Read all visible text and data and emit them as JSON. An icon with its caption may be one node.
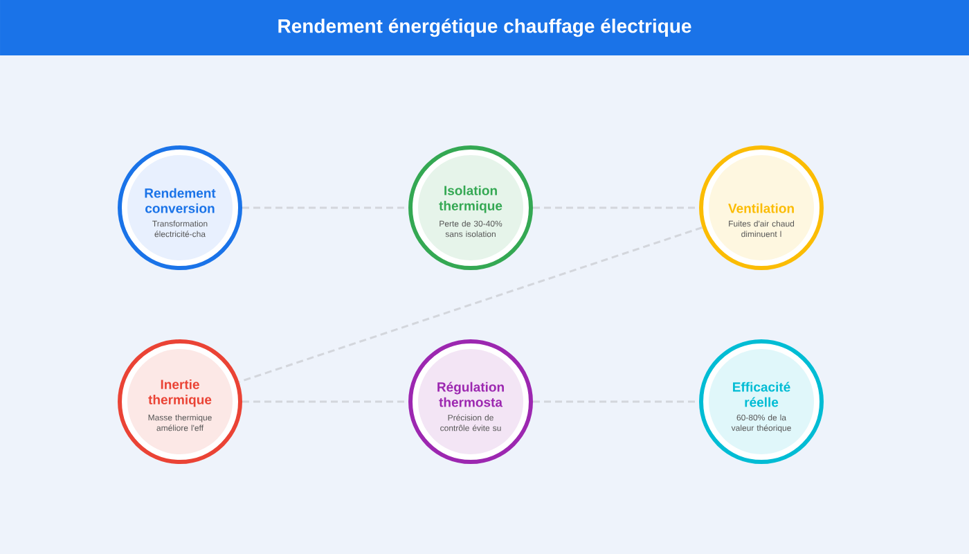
{
  "diagram": {
    "title": "Rendement énergétique chauffage électrique",
    "nodes": [
      {
        "text": [
          "Rendement conversion",
          "Transformation électricité-cha"
        ]
      },
      {
        "text": [
          "Isolation thermique",
          "Perte de 30-40% sans isolation"
        ]
      },
      {
        "text": [
          "Ventilation",
          "Fuites d'air chaud diminuent l"
        ]
      },
      {
        "text": [
          "Inertie thermique",
          "Masse thermique améliore l'eff"
        ]
      },
      {
        "text": [
          "Régulation thermosta",
          "Précision de contrôle évite su"
        ]
      },
      {
        "text": [
          "Efficacité réelle",
          "60-80% de la valeur théorique"
        ]
      }
    ],
    "edges": [
      {
        "from": 0,
        "to": 1,
        "arrow": "none",
        "style": "dashed"
      },
      {
        "from": 1,
        "to": 2,
        "arrow": "none",
        "style": "dashed"
      },
      {
        "from": 2,
        "to": 3,
        "arrow": "none",
        "style": "dashed"
      },
      {
        "from": 3,
        "to": 4,
        "arrow": "none",
        "style": "dashed"
      },
      {
        "from": 4,
        "to": 5,
        "arrow": "none",
        "style": "dashed"
      }
    ]
  }
}
